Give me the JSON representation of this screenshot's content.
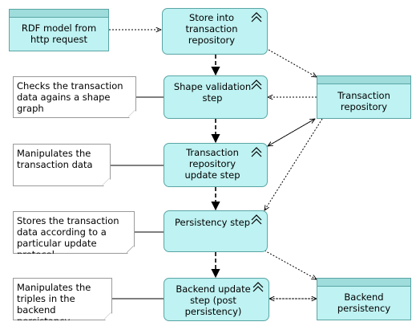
{
  "nodes": {
    "rdf_model": "RDF model from http request",
    "store": "Store into transaction repository",
    "shape_validation": "Shape validation step",
    "transaction_update": "Transaction repository update step",
    "persistency_step": "Persistency step",
    "backend_update": "Backend update step (post persistency)",
    "transaction_repository": "Transaction repository",
    "backend_persistency": "Backend persistency"
  },
  "notes": {
    "note1": "Checks the transaction data agains a shape graph",
    "note2": "Manipulates the transaction data",
    "note3": "Stores the transaction data according to a particular update protocol",
    "note4": "Manipulates the triples in the backend persistancy"
  },
  "colors": {
    "fill": "#bff2f2",
    "band": "#9fdcdc",
    "border": "#5aa5a5",
    "note_border": "#9a9a9a"
  },
  "icons": {
    "process": "process-chevron-icon"
  }
}
